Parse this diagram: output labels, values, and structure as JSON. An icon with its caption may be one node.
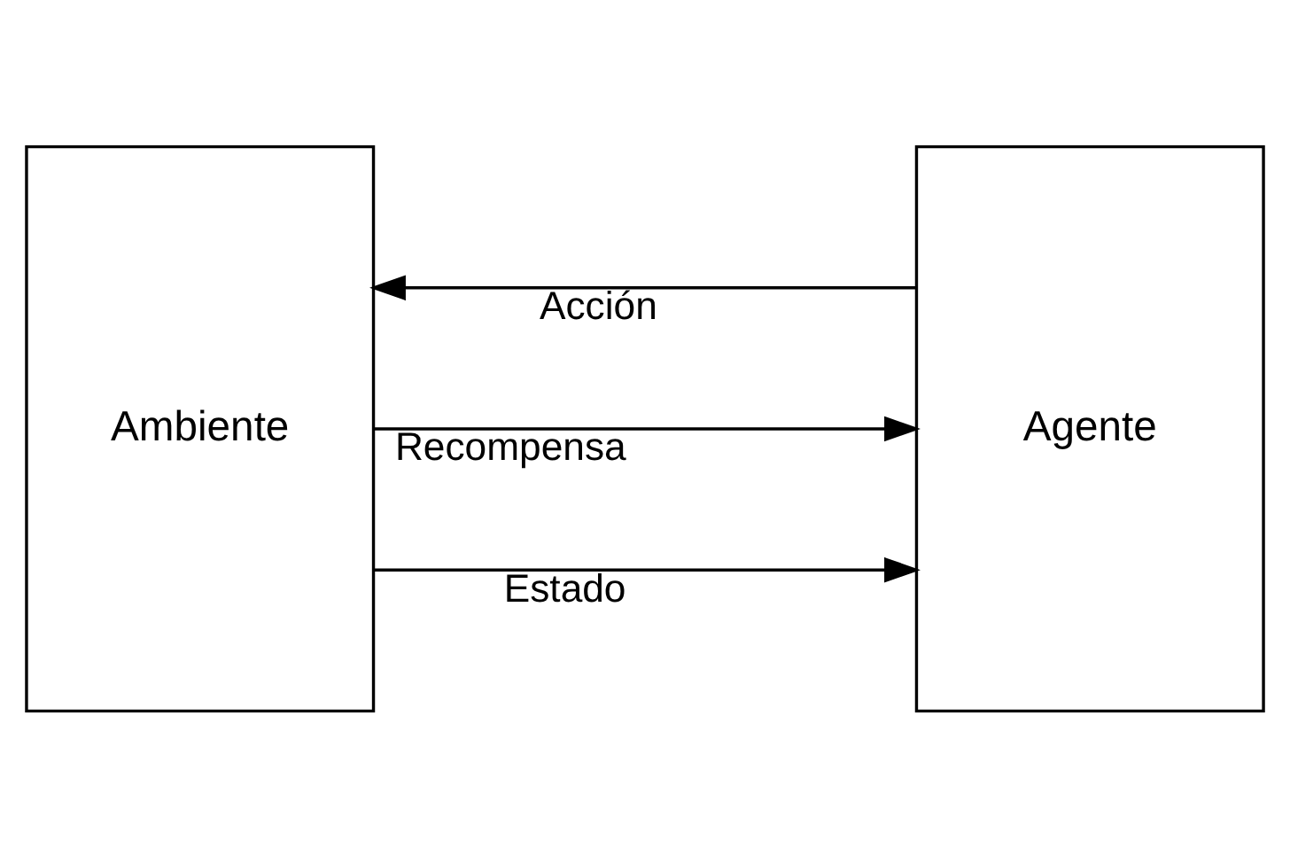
{
  "diagram": {
    "nodes": [
      {
        "text": [
          "Ambiente"
        ]
      },
      {
        "text": [
          "Agente"
        ]
      }
    ],
    "edges": [
      {
        "from": 0,
        "to": 1,
        "arrow": "to",
        "label": "Estado"
      },
      {
        "from": 0,
        "to": 1,
        "arrow": "to",
        "label": "Recompensa"
      },
      {
        "from": 1,
        "to": 0,
        "arrow": "to",
        "label": "Acción"
      }
    ]
  }
}
